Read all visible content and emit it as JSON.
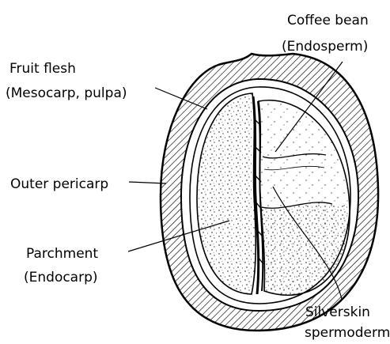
{
  "labels": {
    "coffee_bean": "Coffee bean",
    "endosperm": "(Endosperm)",
    "fruit_flesh": "Fruit flesh",
    "mesocarp": "(Mesocarp, pulpa)",
    "outer_pericarp": "Outer pericarp",
    "parchment": "Parchment",
    "endocarp": "(Endocarp)",
    "silverskin": "Silverskin",
    "spermoderm": "spermoderm"
  },
  "colors": {
    "ink": "#000000",
    "paper": "#ffffff"
  }
}
